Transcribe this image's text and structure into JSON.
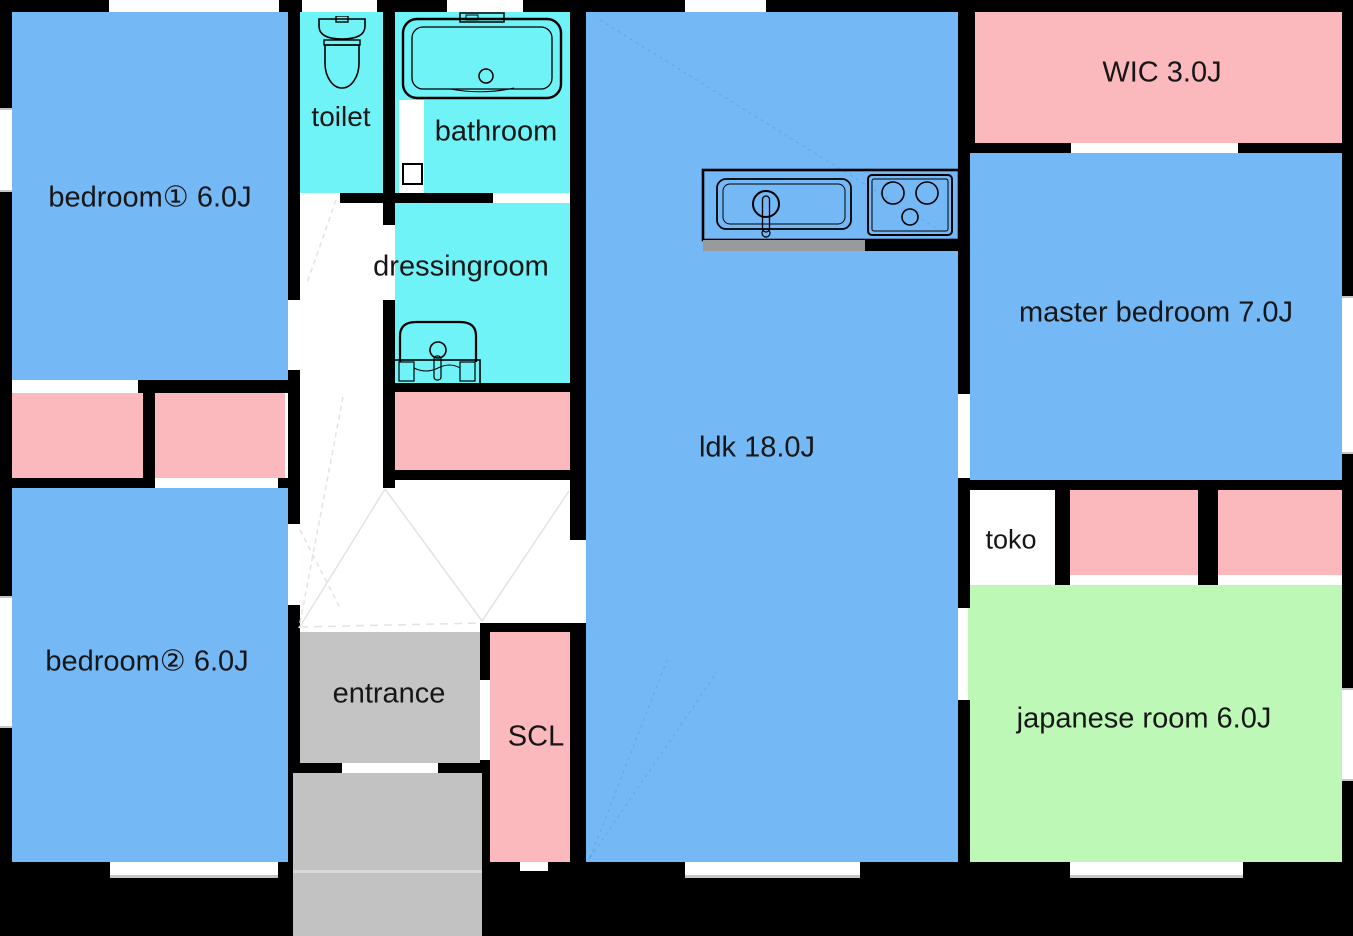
{
  "figure": {
    "type": "floor-plan",
    "units": "J (tatami mats)"
  },
  "palette": {
    "room_blue": "#74b8f6",
    "wet_area_cyan": "#6ff3f6",
    "closet_pink": "#fcb9bd",
    "tatami_green": "#bdf8b6",
    "entrance_gray": "#c4c4c4",
    "counter_bar_gray": "#9a9a9a",
    "wall_black": "#000000",
    "window_white": "#ffffff"
  },
  "rooms": {
    "bedroom1": {
      "label": "bedroom① 6.0J",
      "color": "#74b8f6"
    },
    "toilet": {
      "label": "toilet",
      "color": "#6ff3f6"
    },
    "bathroom": {
      "label": "bathroom",
      "color": "#6ff3f6"
    },
    "dressingroom": {
      "label": "dressingroom",
      "color": "#6ff3f6"
    },
    "ldk": {
      "label": "ldk 18.0J",
      "color": "#74b8f6"
    },
    "wic": {
      "label": "WIC 3.0J",
      "color": "#fcb9bd"
    },
    "master_bedroom": {
      "label": "master bedroom 7.0J",
      "color": "#74b8f6"
    },
    "toko": {
      "label": "toko",
      "color": "#ffffff"
    },
    "bedroom2": {
      "label": "bedroom② 6.0J",
      "color": "#74b8f6"
    },
    "entrance": {
      "label": "entrance",
      "color": "#c4c4c4"
    },
    "scl": {
      "label": "SCL",
      "color": "#fcb9bd"
    },
    "japanese_room": {
      "label": "japanese room 6.0J",
      "color": "#bdf8b6"
    }
  },
  "fixtures": {
    "toilet_fixture": "toilet bowl with tank",
    "bathtub": "bathtub with faucet and drain",
    "washbasin": "vanity washbasin",
    "kitchen_counter": "counter with sink and 3-burner stove"
  }
}
